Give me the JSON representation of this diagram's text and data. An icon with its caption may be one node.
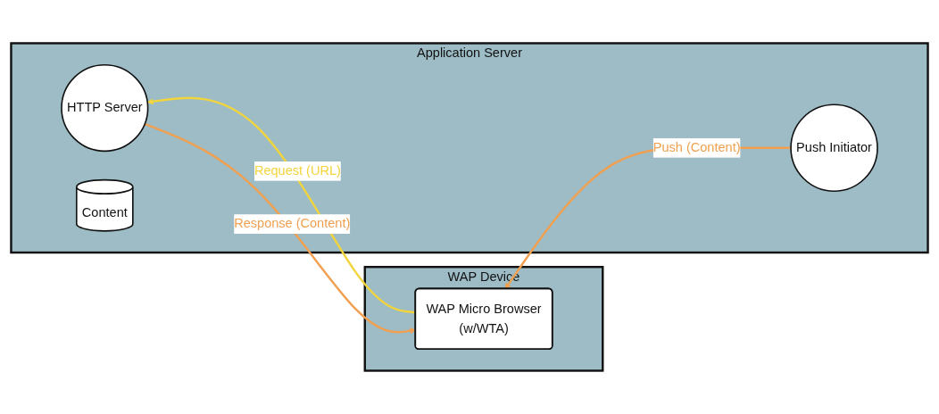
{
  "diagram": {
    "nodes": [
      {
        "text": [
          "WAP Device"
        ]
      },
      {
        "text": [
          "WAP Micro Browser",
          "(w/WTA)"
        ],
        "in": 0
      },
      {
        "text": [
          "Application Server"
        ]
      },
      {
        "text": [
          "HTTP Server"
        ],
        "in": 2
      },
      {
        "text": [
          "Content"
        ],
        "in": 2
      },
      {
        "text": [
          "Push Initiator"
        ],
        "in": 2
      }
    ],
    "edges": [
      {
        "from": 1,
        "to": 3,
        "arrow": "to",
        "label": "Request (URL)",
        "color": "#f2d43c"
      },
      {
        "from": 3,
        "to": 1,
        "arrow": "to",
        "label": "Response (Content)"
      },
      {
        "from": 5,
        "to": 1,
        "arrow": "to",
        "label": "Push (Content)"
      }
    ]
  }
}
